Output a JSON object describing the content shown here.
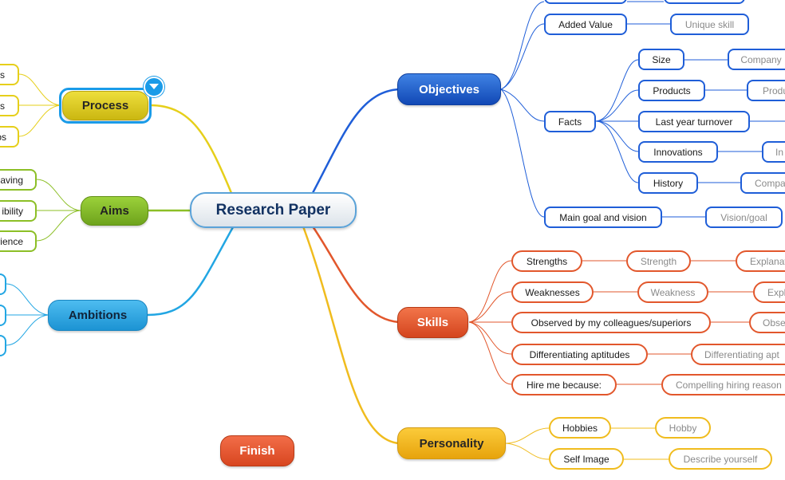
{
  "root": {
    "label": "Research Paper"
  },
  "main_topics": {
    "objectives": "Objectives",
    "skills": "Skills",
    "personality": "Personality",
    "process": "Process",
    "aims": "Aims",
    "ambitions": "Ambitions",
    "finish": "Finish"
  },
  "objectives": {
    "added_value": "Added Value",
    "unique_skill": "Unique skill",
    "facts": "Facts",
    "size": "Size",
    "company": "Company",
    "products": "Products",
    "produ": "Produ",
    "last_year_turnover": "Last year turnover",
    "innovations": "Innovations",
    "in_partial": "In",
    "history": "History",
    "compa": "Compa",
    "main_goal": "Main goal and vision",
    "vision_goal": "Vision/goal"
  },
  "skills": {
    "strengths": "Strengths",
    "strength": "Strength",
    "explanat": "Explanat",
    "weaknesses": "Weaknesses",
    "weakness": "Weakness",
    "expl": "Expl",
    "observed": "Observed by my colleagues/superiors",
    "obse": "Obse",
    "differentiating": "Differentiating aptitudes",
    "differentiating_apt": "Differentiating apt",
    "hire_me": "Hire me because:",
    "compelling": "Compelling hiring reason"
  },
  "personality": {
    "hobbies": "Hobbies",
    "hobby": "Hobby",
    "self_image": "Self Image",
    "describe": "Describe yourself"
  },
  "process_children": [
    "s",
    "s",
    "os"
  ],
  "aims_children": [
    "aving",
    "ibility",
    "rience"
  ],
  "colors": {
    "objectives": "#1f5ed8",
    "skills": "#e2572c",
    "personality": "#f0bc1e",
    "process": "#e6cf1a",
    "aims": "#8cbf26",
    "ambitions": "#22a6e3",
    "selection": "#1a9be8"
  }
}
